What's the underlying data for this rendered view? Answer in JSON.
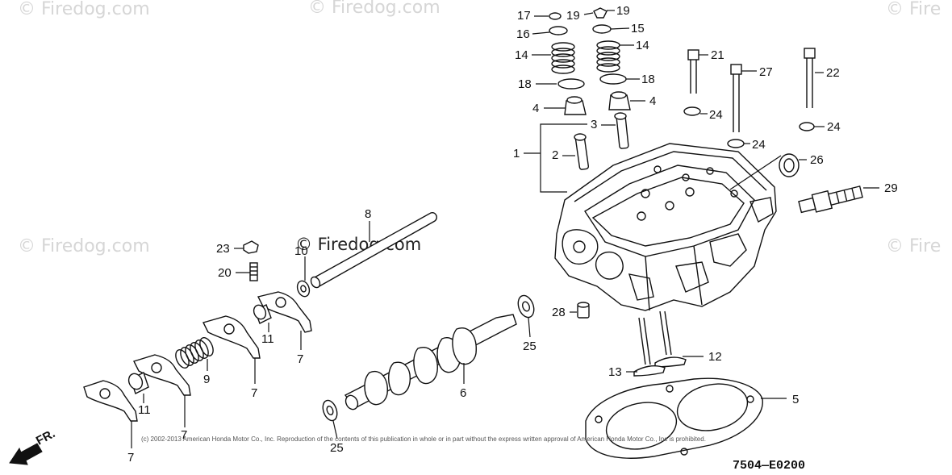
{
  "watermarks": {
    "top_left": "© Firedog.com",
    "top_center": "© Firedog.com",
    "top_right": "© Fire",
    "mid_left": "© Firedog.com",
    "mid_center": "© Firedog.com",
    "mid_right": "© Fire"
  },
  "labels": {
    "p1": "1",
    "p2": "2",
    "p3": "3",
    "p4a": "4",
    "p4b": "4",
    "p5": "5",
    "p6": "6",
    "p7a": "7",
    "p7b": "7",
    "p7c": "7",
    "p7d": "7",
    "p8": "8",
    "p9": "9",
    "p10": "10",
    "p11a": "11",
    "p11b": "11",
    "p12": "12",
    "p13": "13",
    "p14a": "14",
    "p14b": "14",
    "p15": "15",
    "p16": "16",
    "p17": "17",
    "p18a": "18",
    "p18b": "18",
    "p19a": "19",
    "p19b": "19",
    "p20": "20",
    "p21": "21",
    "p22": "22",
    "p23": "23",
    "p24a": "24",
    "p24b": "24",
    "p24c": "24",
    "p25a": "25",
    "p25b": "25",
    "p26": "26",
    "p27": "27",
    "p28": "28",
    "p29": "29"
  },
  "direction": "FR.",
  "copyright": "(c) 2002-2013 American Honda Motor Co., Inc. Reproduction of the contents of this publication in whole or in part without the express written approval of American Honda Motor Co., Inc is prohibited.",
  "diagram_code": "7504—E0200"
}
